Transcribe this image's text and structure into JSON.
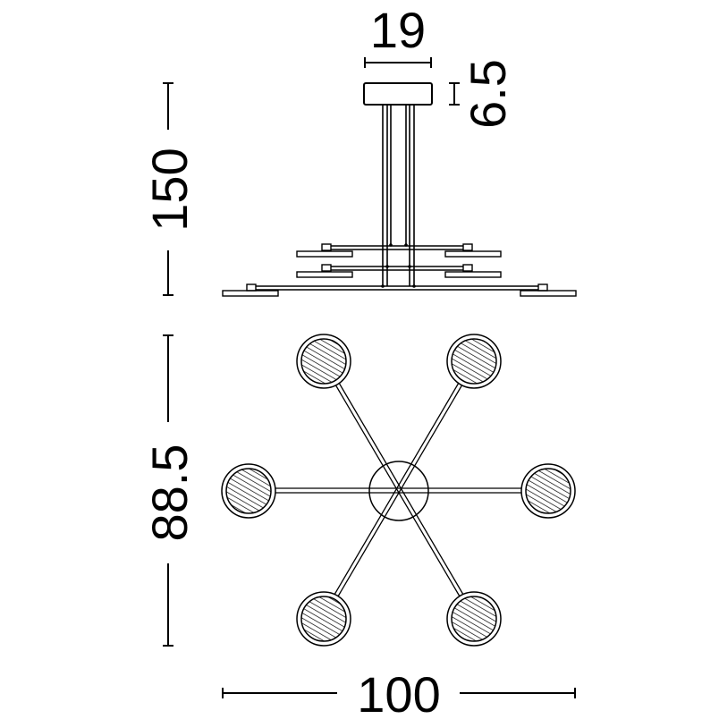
{
  "dimensions": {
    "canopy_width": "19",
    "canopy_height": "6.5",
    "total_height": "150",
    "depth": "88.5",
    "width": "100"
  },
  "colors": {
    "line": "#000000",
    "background": "#ffffff"
  }
}
